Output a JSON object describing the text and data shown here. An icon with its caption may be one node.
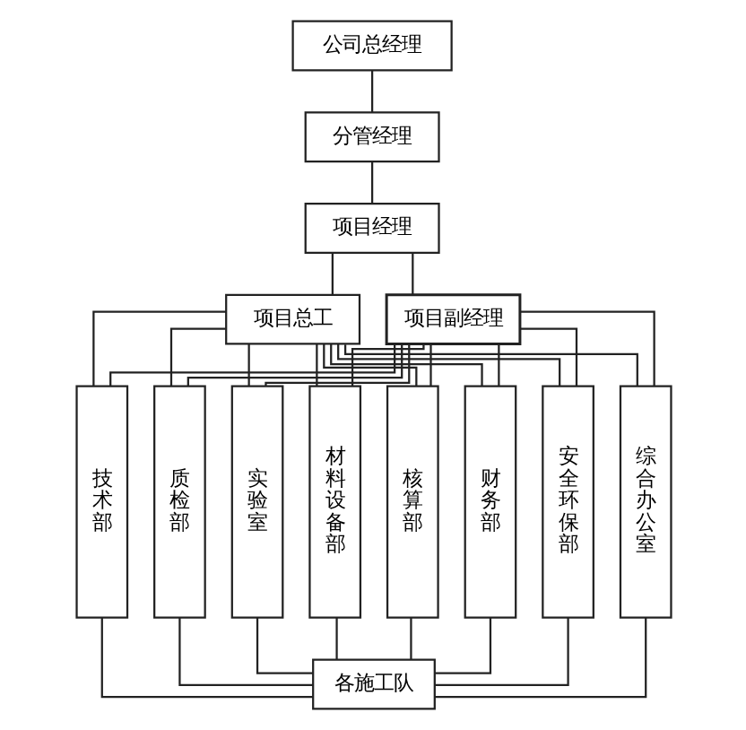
{
  "diagram": {
    "nodes": [
      {
        "text": [
          "公司总经理"
        ]
      },
      {
        "text": [
          "分管经理"
        ]
      },
      {
        "text": [
          "项目经理"
        ]
      },
      {
        "text": [
          "项目总工"
        ]
      },
      {
        "text": [
          "项目副经理"
        ]
      },
      {
        "text": [
          "技术部"
        ]
      },
      {
        "text": [
          "质检部"
        ]
      },
      {
        "text": [
          "实验室"
        ]
      },
      {
        "text": [
          "材料设备部"
        ]
      },
      {
        "text": [
          "核算部"
        ]
      },
      {
        "text": [
          "财务部"
        ]
      },
      {
        "text": [
          "安全环保部"
        ]
      },
      {
        "text": [
          "综合办公室"
        ]
      },
      {
        "text": [
          "各施工队"
        ]
      }
    ],
    "edges": [
      {
        "from": 0,
        "to": 1,
        "arrow": "none"
      },
      {
        "from": 1,
        "to": 2,
        "arrow": "none"
      },
      {
        "from": 2,
        "to": 3,
        "arrow": "none"
      },
      {
        "from": 2,
        "to": 4,
        "arrow": "none"
      },
      {
        "from": 3,
        "to": 5,
        "arrow": "none"
      },
      {
        "from": 3,
        "to": 6,
        "arrow": "none"
      },
      {
        "from": 3,
        "to": 7,
        "arrow": "none"
      },
      {
        "from": 3,
        "to": 8,
        "arrow": "none"
      },
      {
        "from": 3,
        "to": 9,
        "arrow": "none"
      },
      {
        "from": 3,
        "to": 10,
        "arrow": "none"
      },
      {
        "from": 3,
        "to": 11,
        "arrow": "none"
      },
      {
        "from": 3,
        "to": 12,
        "arrow": "none"
      },
      {
        "from": 4,
        "to": 5,
        "arrow": "none"
      },
      {
        "from": 4,
        "to": 6,
        "arrow": "none"
      },
      {
        "from": 4,
        "to": 7,
        "arrow": "none"
      },
      {
        "from": 4,
        "to": 8,
        "arrow": "none"
      },
      {
        "from": 4,
        "to": 9,
        "arrow": "none"
      },
      {
        "from": 4,
        "to": 10,
        "arrow": "none"
      },
      {
        "from": 4,
        "to": 11,
        "arrow": "none"
      },
      {
        "from": 4,
        "to": 12,
        "arrow": "none"
      },
      {
        "from": 5,
        "to": 13,
        "arrow": "none"
      },
      {
        "from": 6,
        "to": 13,
        "arrow": "none"
      },
      {
        "from": 7,
        "to": 13,
        "arrow": "none"
      },
      {
        "from": 8,
        "to": 13,
        "arrow": "none"
      },
      {
        "from": 9,
        "to": 13,
        "arrow": "none"
      },
      {
        "from": 10,
        "to": 13,
        "arrow": "none"
      },
      {
        "from": 11,
        "to": 13,
        "arrow": "none"
      },
      {
        "from": 12,
        "to": 13,
        "arrow": "none"
      }
    ]
  }
}
